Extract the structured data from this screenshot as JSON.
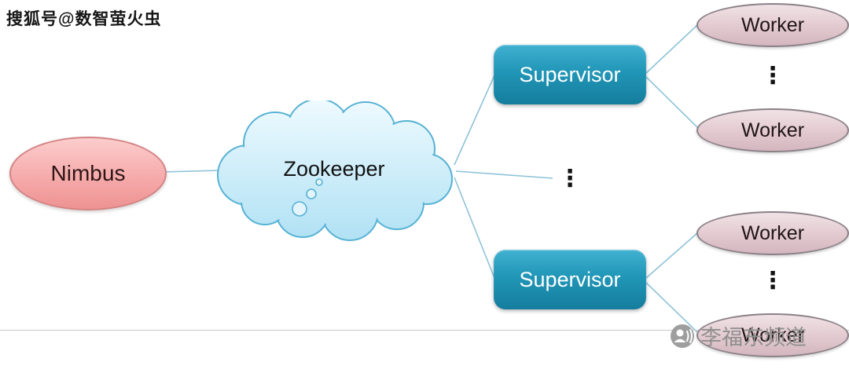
{
  "watermarks": {
    "top": "搜狐号@数智萤火虫",
    "bottom": "李福东频道"
  },
  "diagram": {
    "nimbus": {
      "label": "Nimbus"
    },
    "zookeeper": {
      "label": "Zookeeper"
    },
    "supervisors": [
      {
        "label": "Supervisor"
      },
      {
        "label": "Supervisor"
      }
    ],
    "workers": [
      {
        "label": "Worker"
      },
      {
        "label": "Worker"
      },
      {
        "label": "Worker"
      },
      {
        "label": "Worker"
      }
    ],
    "ellipsis": "⋮"
  },
  "colors": {
    "nimbus_fill": "#f6abab",
    "nimbus_border": "#d48484",
    "cloud_fill": "#c9ecfa",
    "cloud_border": "#56b2d4",
    "supervisor_fill_top": "#41b1d1",
    "supervisor_fill_bottom": "#157d9d",
    "worker_fill": "#e2c9cf",
    "worker_border": "#8b8187",
    "connector": "#8fc3d9",
    "watermark_gray": "#8f8f8f"
  }
}
